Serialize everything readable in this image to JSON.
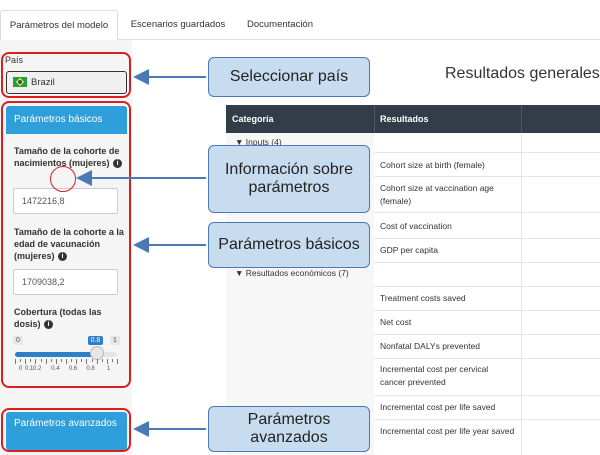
{
  "tabs": [
    {
      "label": "Parámetros del modelo",
      "active": true
    },
    {
      "label": "Escenarios guardados",
      "active": false
    },
    {
      "label": "Documentación",
      "active": false
    }
  ],
  "sidebar": {
    "country_label": "País",
    "country_value": "Brazil",
    "basic_header": "Parámetros básicos",
    "params": [
      {
        "label": "Tamaño de la cohorte de nacimientos (mujeres)",
        "value": "1472216,8"
      },
      {
        "label": "Tamaño de la cohorte a la edad de vacunación (mujeres)",
        "value": "1709038,2"
      },
      {
        "label": "Cobertura (todas las dosis)"
      }
    ],
    "info_glyph": "i",
    "slider": {
      "min_label": "0",
      "max_label": "1",
      "value_label": "0.8",
      "value": 0.8,
      "tick_labels": [
        "0",
        "0.1",
        "0.2",
        "0.4",
        "0.6",
        "0.8",
        "1"
      ]
    },
    "advanced_header": "Parámetros avanzados"
  },
  "main": {
    "title": "Resultados generales",
    "table": {
      "headers": [
        "Categoría",
        "Resultados"
      ],
      "groups": [
        {
          "label": "▼ Inputs (4)"
        },
        {
          "label": "▼ Resultados económicos (7)"
        }
      ],
      "rows": [
        "Cohort size at birth (female)",
        "Cohort size at vaccination age (female)",
        "Cost of vaccination",
        "GDP per capita",
        "Treatment costs saved",
        "Net cost",
        "Nonfatal DALYs prevented",
        "Incremental cost per cervical cancer prevented",
        "Incremental cost per life saved",
        "Incremental cost per life year saved"
      ]
    }
  },
  "callouts": {
    "country": "Seleccionar país",
    "info": "Información sobre parámetros",
    "basic": "Parámetros básicos",
    "advanced": "Parámetros avanzados"
  },
  "colors": {
    "accent": "#2e9fdb",
    "highlight": "#d9201f",
    "callout_bg": "#c8dcf0",
    "table_header": "#333d4a"
  }
}
